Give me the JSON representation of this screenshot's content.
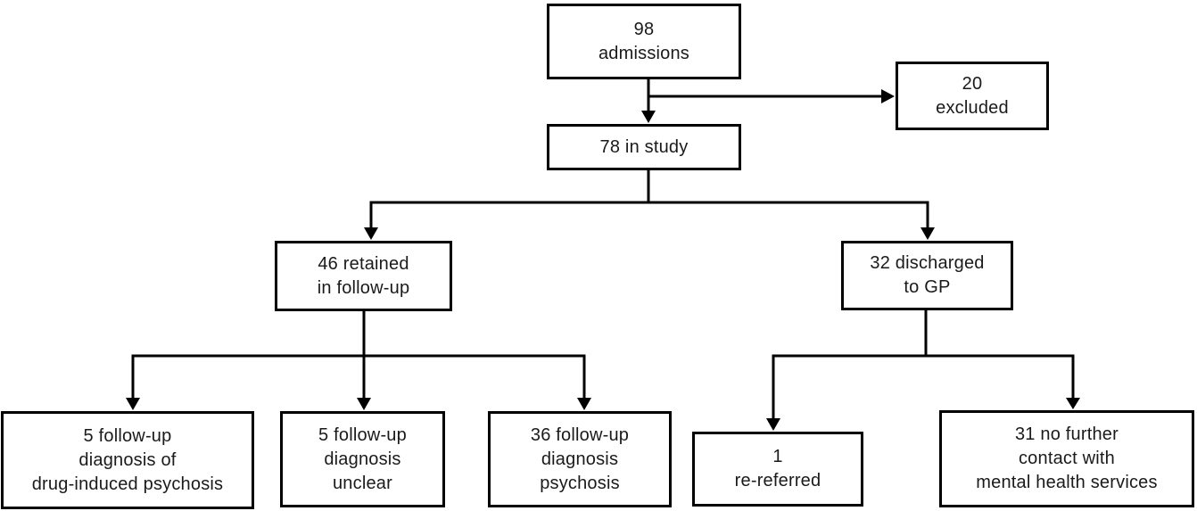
{
  "figure": {
    "type": "flowchart",
    "background_color": "#ffffff",
    "line_color": "#000000",
    "nodes": {
      "admissions": {
        "label": "98\nadmissions"
      },
      "excluded": {
        "label": "20\nexcluded"
      },
      "in_study": {
        "label": "78 in study"
      },
      "retained": {
        "label": "46 retained\nin follow-up"
      },
      "discharged": {
        "label": "32 discharged\nto GP"
      },
      "dx_drug_induced": {
        "label": "5 follow-up\ndiagnosis of\ndrug-induced psychosis"
      },
      "dx_unclear": {
        "label": "5 follow-up\ndiagnosis\nunclear"
      },
      "dx_psychosis": {
        "label": "36 follow-up\ndiagnosis\npsychosis"
      },
      "re_referred": {
        "label": "1\nre-referred"
      },
      "no_contact": {
        "label": "31 no further\ncontact with\nmental health services"
      }
    },
    "edges": [
      {
        "from": "admissions",
        "to": "in_study"
      },
      {
        "from": "admissions",
        "to": "excluded"
      },
      {
        "from": "in_study",
        "to": "retained"
      },
      {
        "from": "in_study",
        "to": "discharged"
      },
      {
        "from": "retained",
        "to": "dx_drug_induced"
      },
      {
        "from": "retained",
        "to": "dx_unclear"
      },
      {
        "from": "retained",
        "to": "dx_psychosis"
      },
      {
        "from": "discharged",
        "to": "re_referred"
      },
      {
        "from": "discharged",
        "to": "no_contact"
      }
    ]
  }
}
